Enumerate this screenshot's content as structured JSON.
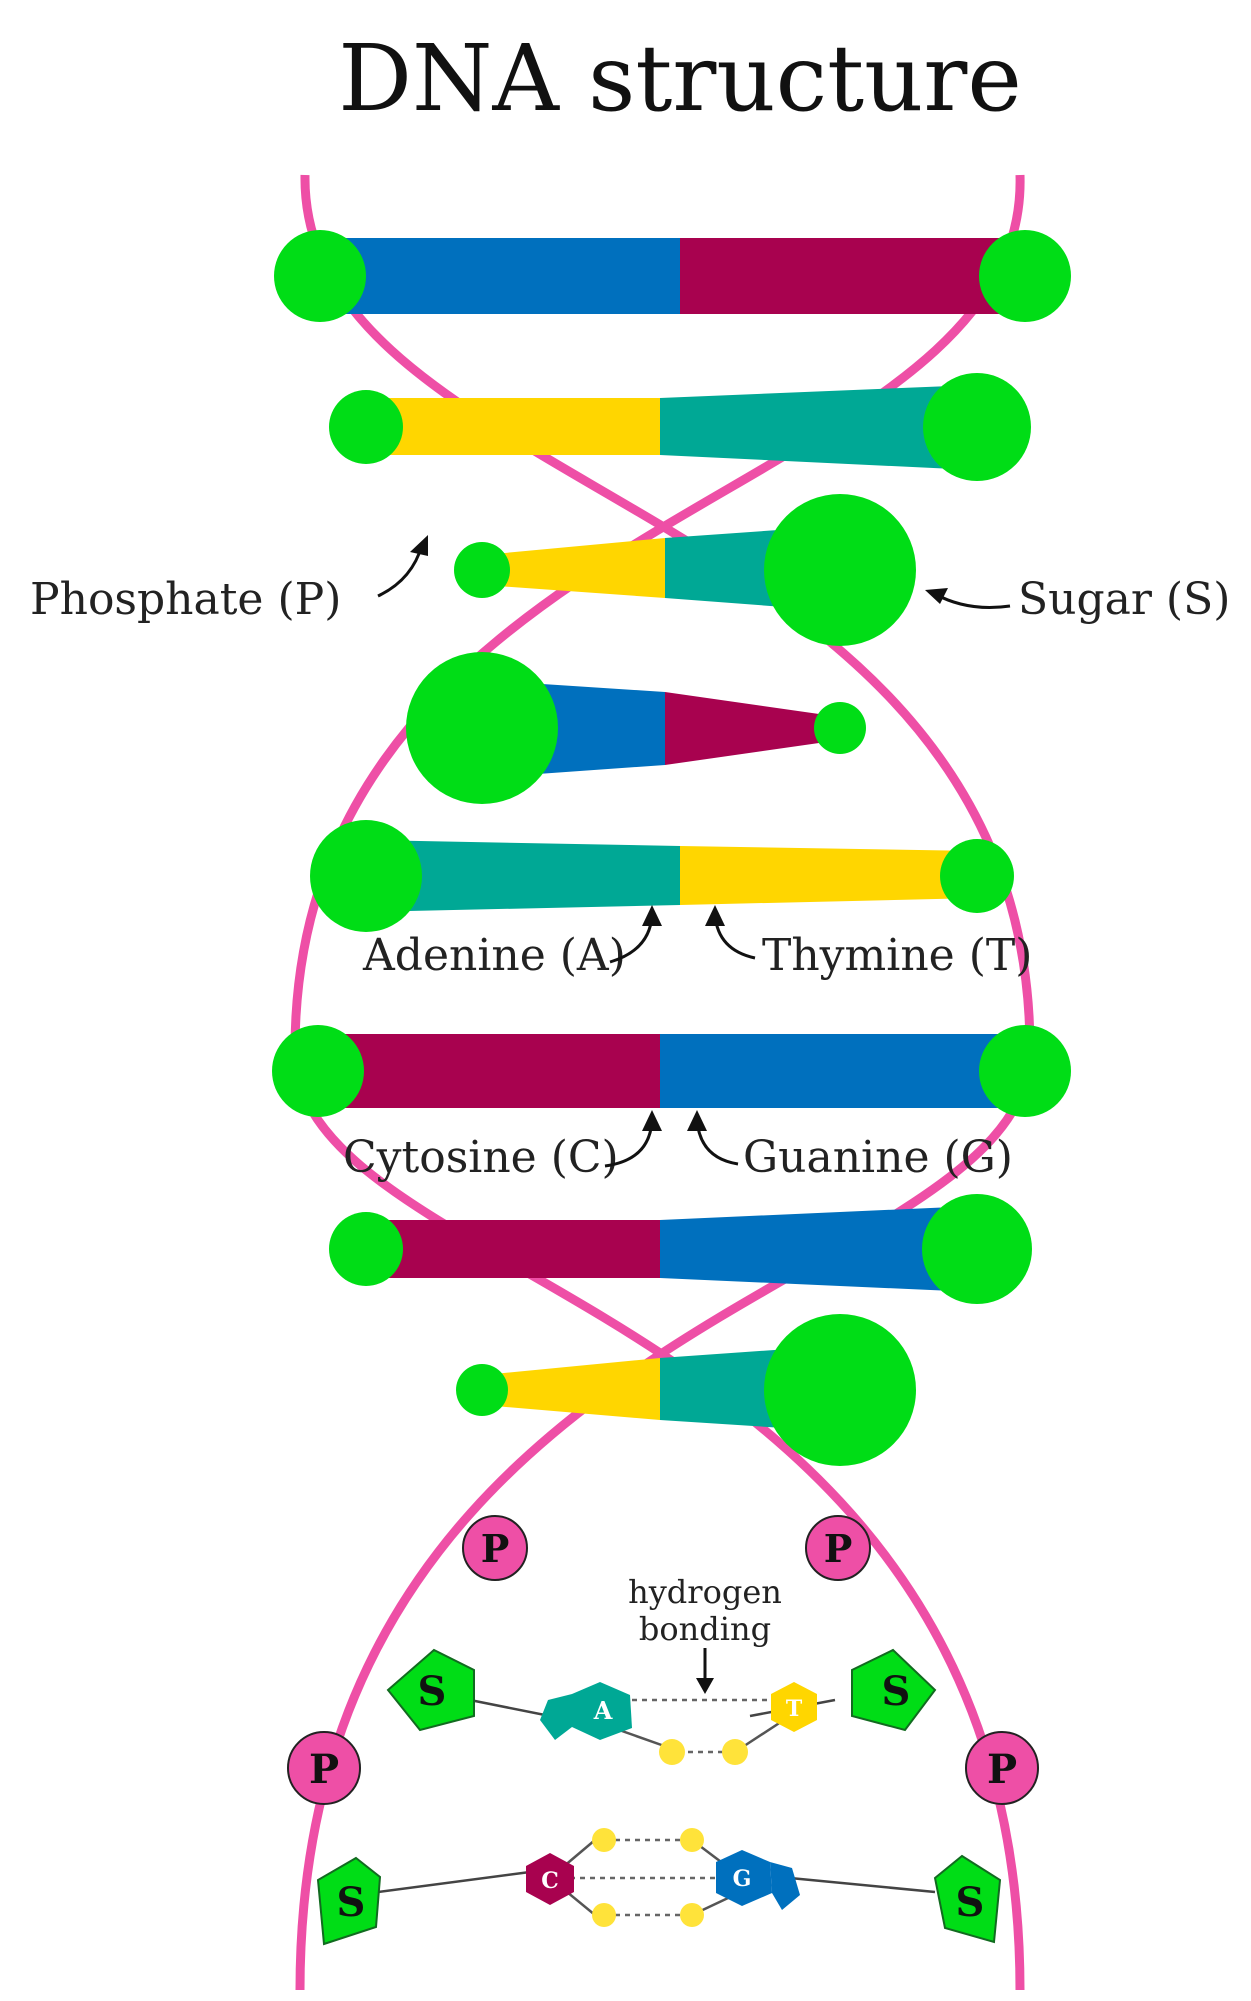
{
  "title": "DNA structure",
  "labels": {
    "phosphate": "Phosphate (P)",
    "sugar": "Sugar (S)",
    "adenine": "Adenine (A)",
    "thymine": "Thymine (T)",
    "cytosine": "Cytosine (C)",
    "guanine": "Guanine (G)",
    "hydrogen_bonding_line1": "hydrogen",
    "hydrogen_bonding_line2": "bonding"
  },
  "glyphs": {
    "phosphate": "P",
    "sugar": "S",
    "adenine": "A",
    "thymine": "T",
    "cytosine": "C",
    "guanine": "G"
  },
  "colors": {
    "backbone": "#EE4FA6",
    "sugar_node": "#00DD16",
    "adenine": "#00A895",
    "thymine": "#FFD600",
    "cytosine": "#A8024F",
    "guanine": "#0070BE",
    "phosphate_circle": "#EE4FA6",
    "hydrogen_dot": "#FFE33A"
  }
}
